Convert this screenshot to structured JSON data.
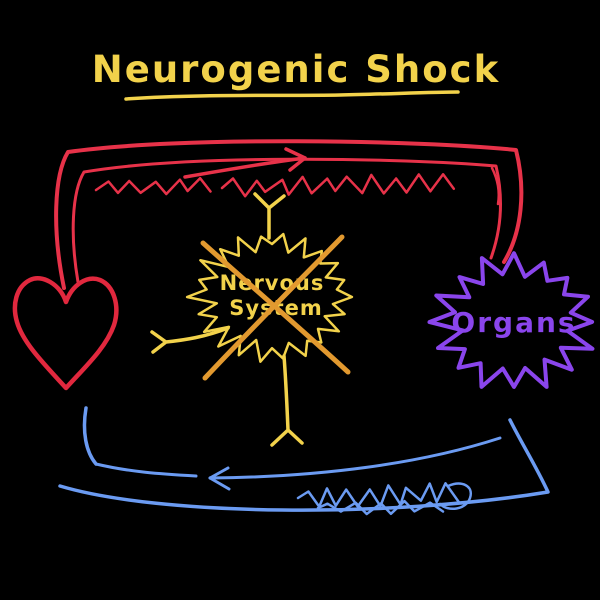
{
  "title": "Neurogenic Shock",
  "labels": {
    "nervous_line1": "Nervous",
    "nervous_line2": "System",
    "organs": "Organs"
  },
  "colors": {
    "background": "#000000",
    "title_yellow": "#f2d24b",
    "arterial_red": "#e73249",
    "heart_red": "#e1283e",
    "nerve_yellow": "#f2d24b",
    "cross_orange": "#e2992f",
    "organs_purple": "#8a45ec",
    "venous_blue": "#6b9bf2"
  }
}
